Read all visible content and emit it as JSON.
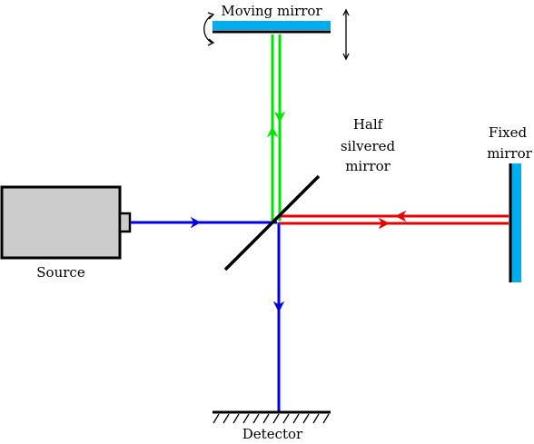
{
  "labels": {
    "moving_mirror": "Moving mirror",
    "half_silvered_line1": "Half",
    "half_silvered_line2": "silvered",
    "half_silvered_line3": "mirror",
    "fixed_mirror_line1": "Fixed",
    "fixed_mirror_line2": "mirror",
    "source": "Source",
    "detector": "Detector"
  },
  "colors": {
    "source_beam": "#0000e6",
    "moving_arm_beam": "#00e600",
    "fixed_arm_beam": "#e60000",
    "mirror_surface": "#00aeef",
    "source_body": "#cccccc",
    "outline": "#000000"
  }
}
